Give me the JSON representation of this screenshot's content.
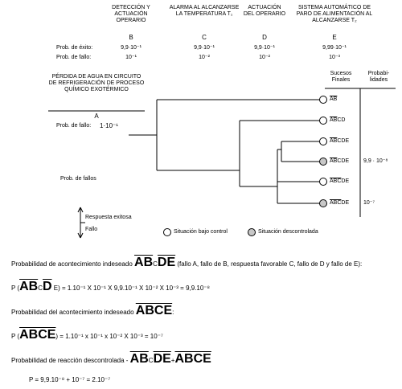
{
  "events": [
    {
      "header": "DETECCIÓN Y ACTUACIÓN OPERARIO",
      "letter": "B",
      "p_exito": "9,9·10⁻¹",
      "p_fallo": "10⁻¹"
    },
    {
      "header": "ALARMA AL ALCANZARSE LA TEMPERATURA T₁",
      "letter": "C",
      "p_exito": "9,9·10⁻¹",
      "p_fallo": "10⁻²"
    },
    {
      "header": "ACTUACIÓN DEL OPERARIO",
      "letter": "D",
      "p_exito": "9,9·10⁻¹",
      "p_fallo": "10⁻²"
    },
    {
      "header": "SISTEMA AUTOMÁTICO DE PARO DE ALIMENTACIÓN AL ALCANZARSE T₂",
      "letter": "E",
      "p_exito": "9,99·10⁻¹",
      "p_fallo": "10⁻³"
    }
  ],
  "row_labels": {
    "exito": "Prob. de éxito:",
    "fallo": "Prob. de fallo:"
  },
  "initiator": {
    "title": "PÉRDIDA DE AGUA EN CIRCUITO DE REFRIGERACIÓN DE PROCESO QUÍMICO EXOTÉRMICO",
    "letter": "A",
    "p_fallo_label": "Prob. de fallo:",
    "p_fallo": "1·10⁻¹"
  },
  "col_headers": {
    "sucesos": "Sucesos Finales",
    "probab": "Probabi-lidades"
  },
  "outcomes": [
    {
      "bars": "AB",
      "rest": "",
      "state": "ok"
    },
    {
      "bars": "AB",
      "rest": "CD",
      "state": "ok"
    },
    {
      "bars": "AB",
      "rest": "CDE",
      "state": "ok"
    },
    {
      "bars": "AB",
      "rest": "CDE",
      "state": "bad"
    },
    {
      "bars": "ABC",
      "rest": "DE",
      "state": "ok"
    },
    {
      "bars": "ABC",
      "rest": "DE",
      "state": "bad"
    }
  ],
  "outcome_probs": {
    "p1": "9,9 · 10⁻⁸",
    "p2": "10⁻⁷"
  },
  "prob_fallos": "Prob. de fallos",
  "legend": {
    "respuesta": "Respuesta exitosa",
    "fallo": "Fallo",
    "bajo": "Situación bajo control",
    "descontrolada": "Situación descontrolada"
  },
  "equations": {
    "l1_pre": "Probabilidad de acontecimiento indeseado",
    "l1_post": "(fallo A, fallo de B, respuesta favorable C, fallo de D y fallo de E):",
    "l2": "E) = 1.10⁻¹ X 10⁻¹ X 9,9.10⁻¹ X 10⁻² X 10⁻³ = 9,9.10⁻⁸",
    "l3_pre": "Probabilidad del acontecimiento indeseado",
    "l4": ") = 1.10⁻¹ x 10⁻¹ x 10⁻² X 10⁻³ = 10⁻⁷",
    "l5_pre": "Probabilidad de reacción descontrolada -",
    "l6": "P = 9,9.10⁻⁸ + 10⁻⁷ = 2.10⁻⁷"
  }
}
